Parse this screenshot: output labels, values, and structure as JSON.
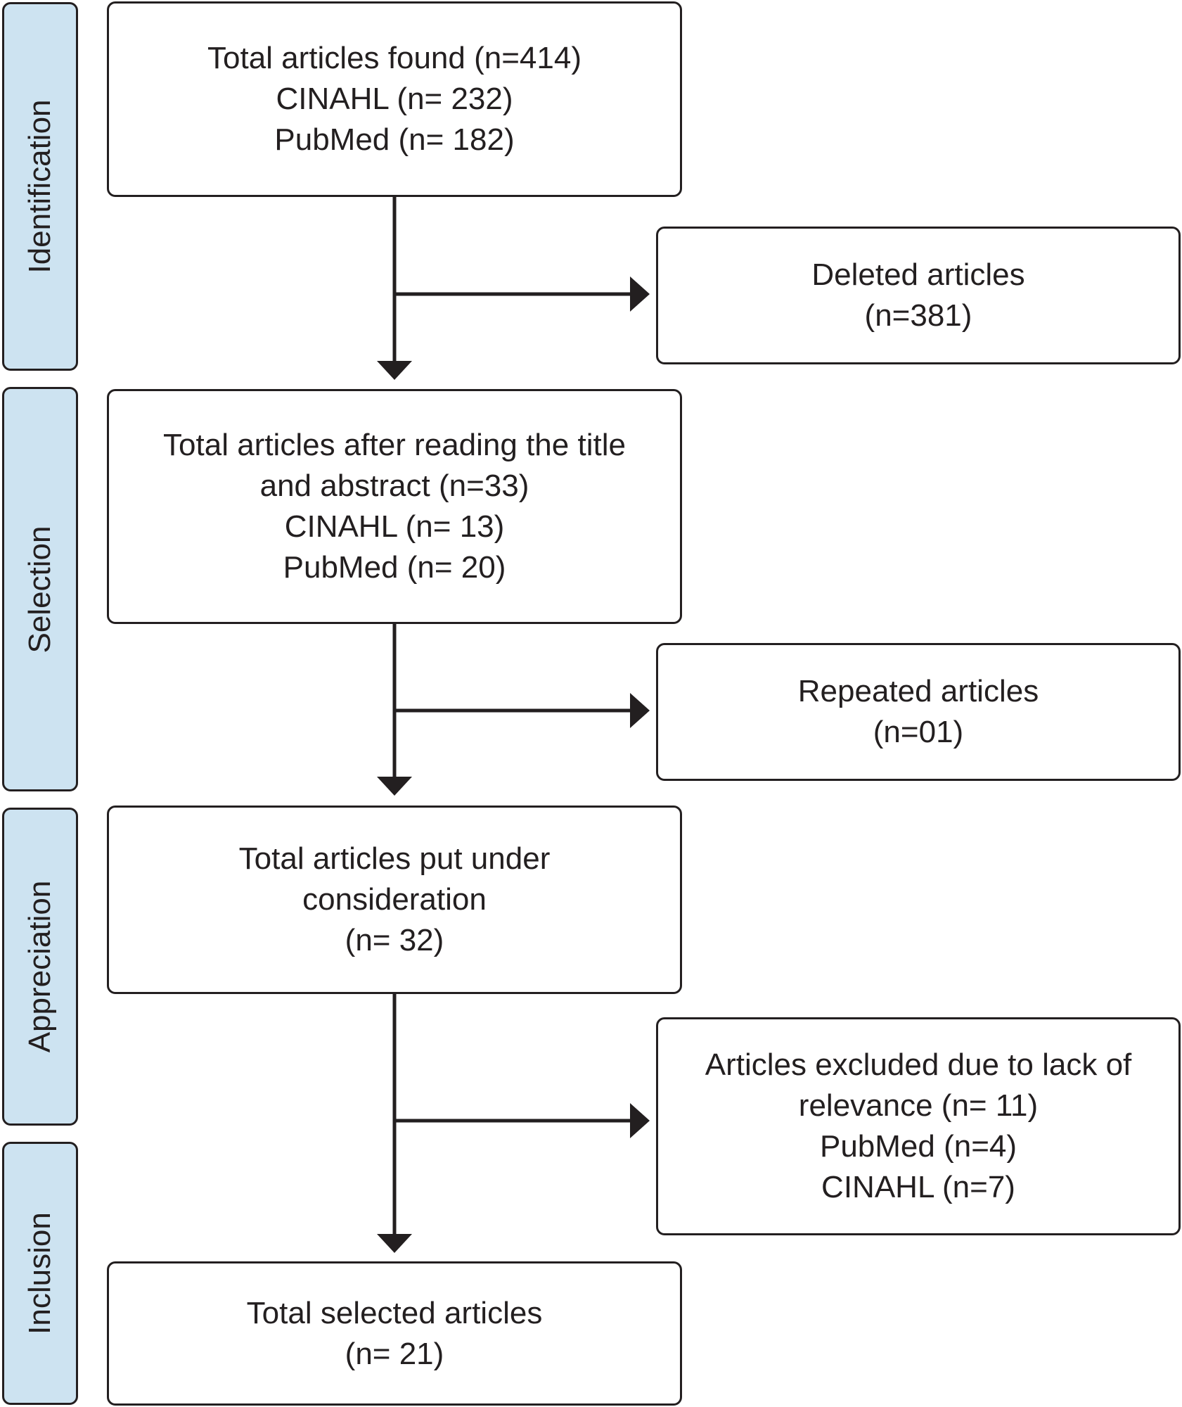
{
  "phases": {
    "identification": "Identification",
    "selection": "Selection",
    "appreciation": "Appreciation",
    "inclusion": "Inclusion"
  },
  "boxes": {
    "total_found": {
      "line1": "Total articles found (n=414)",
      "line2": "CINAHL (n= 232)",
      "line3": "PubMed (n= 182)"
    },
    "deleted": {
      "line1": "Deleted articles",
      "line2": "(n=381)"
    },
    "after_reading": {
      "line1": "Total articles after reading the title",
      "line2": "and abstract (n=33)",
      "line3": "CINAHL (n= 13)",
      "line4": "PubMed (n= 20)"
    },
    "repeated": {
      "line1": "Repeated articles",
      "line2": "(n=01)"
    },
    "consideration": {
      "line1": "Total articles put under",
      "line2": "consideration",
      "line3": "(n= 32)"
    },
    "excluded": {
      "line1": "Articles excluded due to lack of",
      "line2": "relevance (n= 11)",
      "line3": "PubMed (n=4)",
      "line4": "CINAHL (n=7)"
    },
    "selected": {
      "line1": "Total selected articles",
      "line2": "(n= 21)"
    }
  },
  "colors": {
    "phase_fill": "#cde3f1",
    "stroke": "#231f20",
    "box_fill": "#ffffff"
  }
}
